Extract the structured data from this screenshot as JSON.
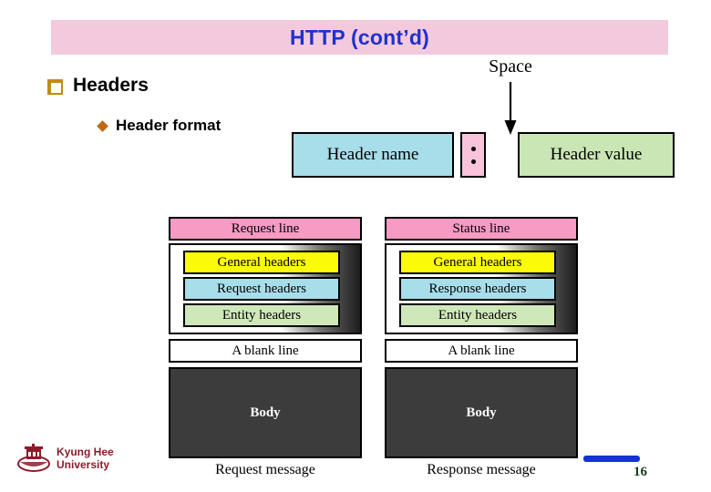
{
  "slide": {
    "title": "HTTP (cont’d)",
    "title_bg": "#f3cadd",
    "title_color": "#2030cc"
  },
  "bullets": {
    "level1": {
      "icon": "hollow-square-bullet",
      "label": "Headers"
    },
    "level2": {
      "icon": "diamond-bullet",
      "label": "Header format"
    }
  },
  "header_format": {
    "space_label": "Space",
    "arrow": "down-arrow",
    "name_box": {
      "label": "Header name",
      "color": "#a8ddea"
    },
    "colon_box": {
      "label": ":",
      "color": "#f9c3dc"
    },
    "value_box": {
      "label": "Header value",
      "color": "#c9e6b4"
    }
  },
  "messages": [
    {
      "first_line": "Request line",
      "headers": [
        {
          "label": "General headers",
          "color": "#fbfb08"
        },
        {
          "label": "Request headers",
          "color": "#a8ddea"
        },
        {
          "label": "Entity headers",
          "color": "#cfe8b9"
        }
      ],
      "blank_line": "A blank line",
      "body": "Body",
      "caption": "Request message"
    },
    {
      "first_line": "Status line",
      "headers": [
        {
          "label": "General headers",
          "color": "#fbfb08"
        },
        {
          "label": "Response headers",
          "color": "#a8ddea"
        },
        {
          "label": "Entity headers",
          "color": "#cfe8b9"
        }
      ],
      "blank_line": "A blank line",
      "body": "Body",
      "caption": "Response message"
    }
  ],
  "footer": {
    "logo_line1": "Kyung Hee",
    "logo_line2": "University",
    "logo_color": "#8e1b2b",
    "page_number": "16",
    "page_bar_color": "#1430d8"
  }
}
